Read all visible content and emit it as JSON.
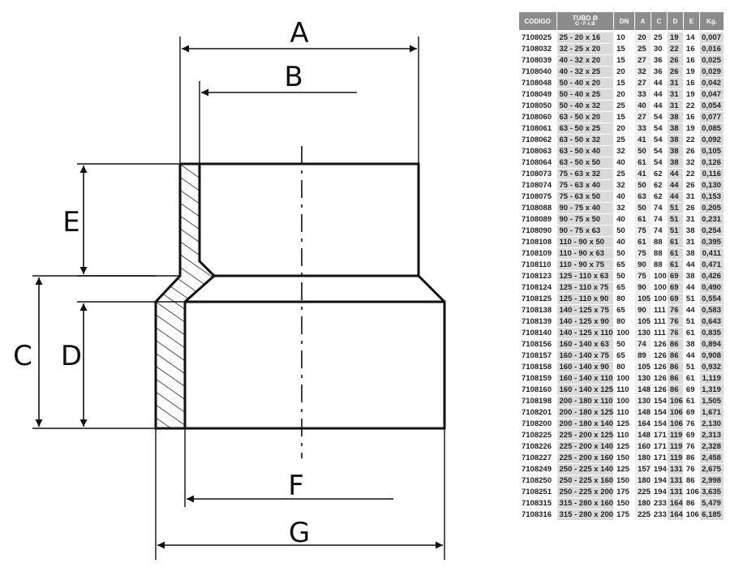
{
  "diagram": {
    "labels": {
      "A": "A",
      "B": "B",
      "C": "C",
      "D": "D",
      "E": "E",
      "F": "F",
      "G": "G"
    }
  },
  "table": {
    "headers": [
      {
        "label": "CODIGO",
        "sub": ""
      },
      {
        "label": "TUBO Ø",
        "sub": "G - F x B"
      },
      {
        "label": "DN",
        "sub": ""
      },
      {
        "label": "A",
        "sub": ""
      },
      {
        "label": "C",
        "sub": ""
      },
      {
        "label": "D",
        "sub": ""
      },
      {
        "label": "E",
        "sub": ""
      },
      {
        "label": "Kg.",
        "sub": ""
      }
    ],
    "rows": [
      [
        "7108025",
        "25 - 20 x 16",
        "10",
        "20",
        "25",
        "19",
        "14",
        "0,007"
      ],
      [
        "7108032",
        "32 - 25 x 20",
        "15",
        "25",
        "30",
        "22",
        "16",
        "0,016"
      ],
      [
        "7108039",
        "40 - 32 x 20",
        "15",
        "27",
        "36",
        "26",
        "16",
        "0,025"
      ],
      [
        "7108040",
        "40 - 32 x 25",
        "20",
        "32",
        "36",
        "26",
        "19",
        "0,029"
      ],
      [
        "7108048",
        "50 - 40 x 20",
        "15",
        "27",
        "44",
        "31",
        "16",
        "0,042"
      ],
      [
        "7108049",
        "50 - 40 x 25",
        "20",
        "33",
        "44",
        "31",
        "19",
        "0,047"
      ],
      [
        "7108050",
        "50 - 40 x 32",
        "25",
        "40",
        "44",
        "31",
        "22",
        "0,054"
      ],
      [
        "7108060",
        "63 - 50 x 20",
        "15",
        "27",
        "54",
        "38",
        "16",
        "0,077"
      ],
      [
        "7108061",
        "63 - 50 x 25",
        "20",
        "33",
        "54",
        "38",
        "19",
        "0,085"
      ],
      [
        "7108062",
        "63 - 50 x 32",
        "25",
        "41",
        "54",
        "38",
        "22",
        "0,092"
      ],
      [
        "7108063",
        "63 - 50 x 40",
        "32",
        "50",
        "54",
        "38",
        "26",
        "0,105"
      ],
      [
        "7108064",
        "63 - 50 x 50",
        "40",
        "61",
        "54",
        "38",
        "32",
        "0,126"
      ],
      [
        "7108073",
        "75 - 63 x 32",
        "25",
        "41",
        "62",
        "44",
        "22",
        "0,116"
      ],
      [
        "7108074",
        "75 - 63 x 40",
        "32",
        "50",
        "62",
        "44",
        "26",
        "0,130"
      ],
      [
        "7108075",
        "75 - 63 x 50",
        "40",
        "63",
        "62",
        "44",
        "31",
        "0,153"
      ],
      [
        "7108088",
        "90 - 75 x 40",
        "32",
        "50",
        "74",
        "51",
        "26",
        "0,205"
      ],
      [
        "7108089",
        "90 - 75 x 50",
        "40",
        "61",
        "74",
        "51",
        "31",
        "0,231"
      ],
      [
        "7108090",
        "90 - 75 x 63",
        "50",
        "75",
        "74",
        "51",
        "38",
        "0,254"
      ],
      [
        "7108108",
        "110 - 90 x 50",
        "40",
        "61",
        "88",
        "61",
        "31",
        "0,395"
      ],
      [
        "7108109",
        "110 - 90 x 63",
        "50",
        "75",
        "88",
        "61",
        "38",
        "0,411"
      ],
      [
        "7108110",
        "110 - 90 x 75",
        "65",
        "90",
        "88",
        "61",
        "44",
        "0,471"
      ],
      [
        "7108123",
        "125 - 110 x 63",
        "50",
        "75",
        "100",
        "69",
        "38",
        "0,426"
      ],
      [
        "7108124",
        "125 - 110 x 75",
        "65",
        "90",
        "100",
        "69",
        "44",
        "0,490"
      ],
      [
        "7108125",
        "125 - 110 x 90",
        "80",
        "105",
        "100",
        "69",
        "51",
        "0,554"
      ],
      [
        "7108138",
        "140 - 125 x 75",
        "65",
        "90",
        "111",
        "76",
        "44",
        "0,583"
      ],
      [
        "7108139",
        "140 - 125 x 90",
        "80",
        "105",
        "111",
        "76",
        "51",
        "0,643"
      ],
      [
        "7108140",
        "140 - 125 x 110",
        "100",
        "130",
        "111",
        "76",
        "61",
        "0,835"
      ],
      [
        "7108156",
        "160 - 140 x 63",
        "50",
        "74",
        "126",
        "86",
        "38",
        "0,894"
      ],
      [
        "7108157",
        "160 - 140 x 75",
        "65",
        "89",
        "126",
        "86",
        "44",
        "0,908"
      ],
      [
        "7108158",
        "160 - 140 x 90",
        "80",
        "105",
        "126",
        "86",
        "51",
        "0,932"
      ],
      [
        "7108159",
        "160 - 140 x 110",
        "100",
        "130",
        "126",
        "86",
        "61",
        "1,119"
      ],
      [
        "7108160",
        "160 - 140 x 125",
        "110",
        "148",
        "126",
        "86",
        "69",
        "1,319"
      ],
      [
        "7108198",
        "200 - 180 x 110",
        "100",
        "130",
        "154",
        "106",
        "61",
        "1,505"
      ],
      [
        "7108201",
        "200 - 180 x 125",
        "110",
        "148",
        "154",
        "106",
        "69",
        "1,671"
      ],
      [
        "7108200",
        "200 - 180 x 140",
        "125",
        "164",
        "154",
        "106",
        "76",
        "2,130"
      ],
      [
        "7108225",
        "225 - 200 x 125",
        "110",
        "148",
        "171",
        "119",
        "69",
        "2,313"
      ],
      [
        "7108226",
        "225 - 200 x 140",
        "125",
        "160",
        "171",
        "119",
        "76",
        "2,328"
      ],
      [
        "7108227",
        "225 - 200 x 160",
        "150",
        "180",
        "171",
        "119",
        "86",
        "2,458"
      ],
      [
        "7108249",
        "250 - 225 x 140",
        "125",
        "157",
        "194",
        "131",
        "76",
        "2,675"
      ],
      [
        "7108250",
        "250 - 225 x 160",
        "150",
        "180",
        "194",
        "131",
        "86",
        "2,998"
      ],
      [
        "7108251",
        "250 - 225 x 200",
        "175",
        "225",
        "194",
        "131",
        "106",
        "3,635"
      ],
      [
        "7108315",
        "315 - 280 x 160",
        "150",
        "180",
        "233",
        "164",
        "86",
        "5,479"
      ],
      [
        "7108316",
        "315 - 280 x 200",
        "175",
        "225",
        "233",
        "164",
        "106",
        "6,185"
      ]
    ]
  }
}
